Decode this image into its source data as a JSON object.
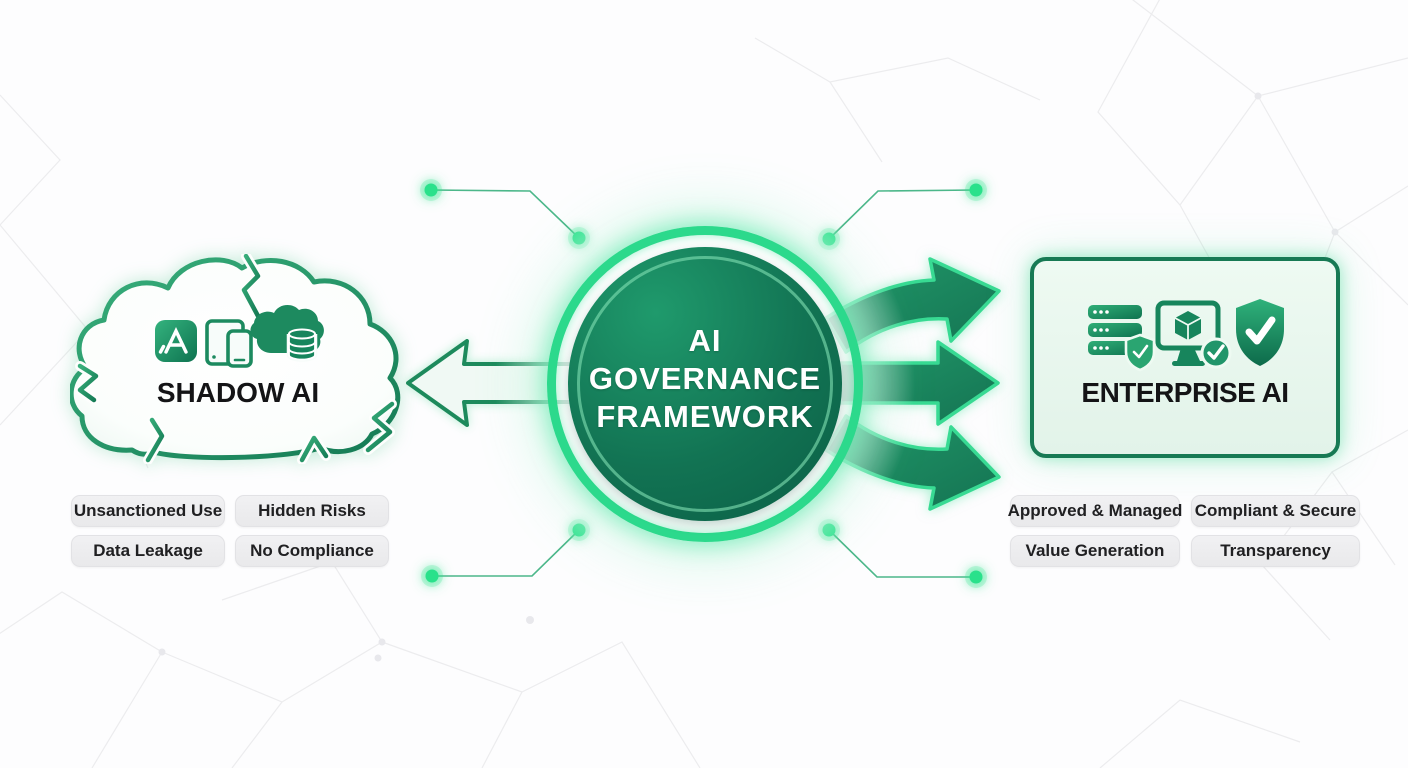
{
  "background": {
    "pattern": "polygon-mesh"
  },
  "center": {
    "shape": "circle",
    "title_lines": [
      "AI",
      "GOVERNANCE",
      "FRAMEWORK"
    ]
  },
  "shadow_ai": {
    "title": "SHADOW AI",
    "icons": [
      "app-store-icon",
      "devices-icon",
      "cloud-database-icon"
    ],
    "tags": [
      "Unsanctioned Use",
      "Hidden Risks",
      "Data Leakage",
      "No Compliance"
    ]
  },
  "enterprise_ai": {
    "title": "ENTERPRISE AI",
    "icons": [
      "server-shield-icon",
      "monitor-cube-icon",
      "shield-check-icon"
    ],
    "tags": [
      "Approved & Managed",
      "Compliant & Secure",
      "Value Generation",
      "Transparency"
    ]
  },
  "colors": {
    "accent_bright": "#2be08d",
    "accent_mid": "#1d8a5f",
    "accent_deep": "#0b5f45",
    "pill_bg": "#ededee",
    "text_dark": "#1c1c1e"
  }
}
